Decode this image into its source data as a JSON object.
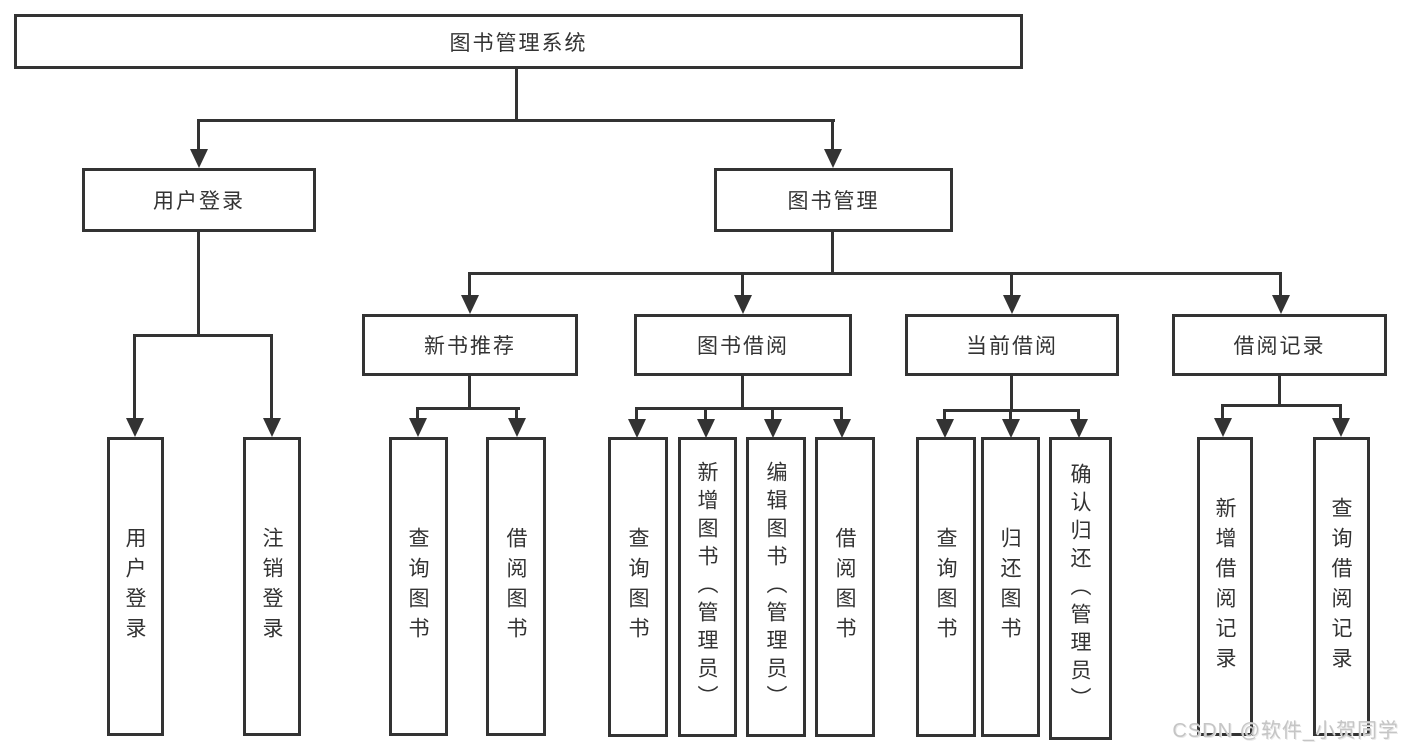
{
  "diagram": {
    "root": {
      "label": "图书管理系统"
    },
    "branches": [
      {
        "label": "用户登录",
        "leaves": [
          {
            "label": "用户登录"
          },
          {
            "label": "注销登录"
          }
        ]
      },
      {
        "label": "图书管理",
        "children": [
          {
            "label": "新书推荐",
            "leaves": [
              {
                "label": "查询图书"
              },
              {
                "label": "借阅图书"
              }
            ]
          },
          {
            "label": "图书借阅",
            "leaves": [
              {
                "label": "查询图书"
              },
              {
                "label": "新增图书（管理员）"
              },
              {
                "label": "编辑图书（管理员）"
              },
              {
                "label": "借阅图书"
              }
            ]
          },
          {
            "label": "当前借阅",
            "leaves": [
              {
                "label": "查询图书"
              },
              {
                "label": "归还图书"
              },
              {
                "label": "确认归还（管理员）"
              }
            ]
          },
          {
            "label": "借阅记录",
            "leaves": [
              {
                "label": "新增借阅记录"
              },
              {
                "label": "查询借阅记录"
              }
            ]
          }
        ]
      }
    ]
  },
  "colors": {
    "line": "#333333",
    "text": "#333333",
    "watermark": "#c5c5c5",
    "background": "#ffffff"
  },
  "watermark": {
    "text": "CSDN @软件_小贺同学"
  }
}
